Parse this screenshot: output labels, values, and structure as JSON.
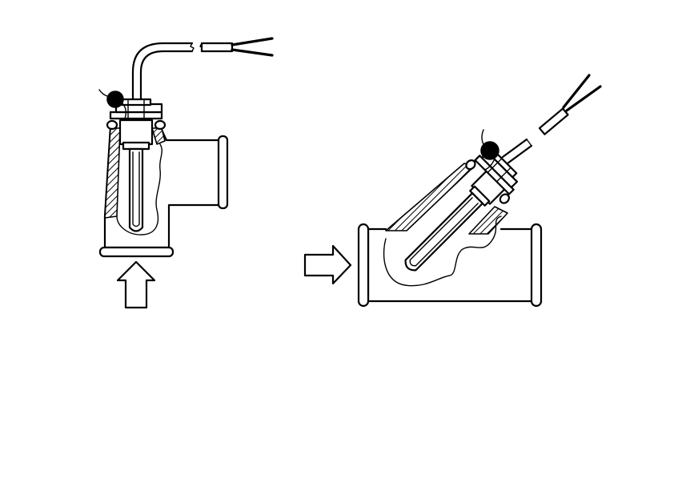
{
  "figure": {
    "panels": [
      {
        "id": "left",
        "orientation": "vertical",
        "components": [
          "tee-pipe",
          "sensor-probe",
          "sealing-nut",
          "cable",
          "wire-leads",
          "seal-ball",
          "flow-arrow-up"
        ]
      },
      {
        "id": "right",
        "orientation": "angled-45",
        "components": [
          "y-pipe",
          "sensor-probe",
          "sealing-nut",
          "cable",
          "wire-leads",
          "seal-ball",
          "flow-arrow-right"
        ]
      }
    ],
    "colors": {
      "line": "#000000",
      "background": "#ffffff"
    }
  }
}
